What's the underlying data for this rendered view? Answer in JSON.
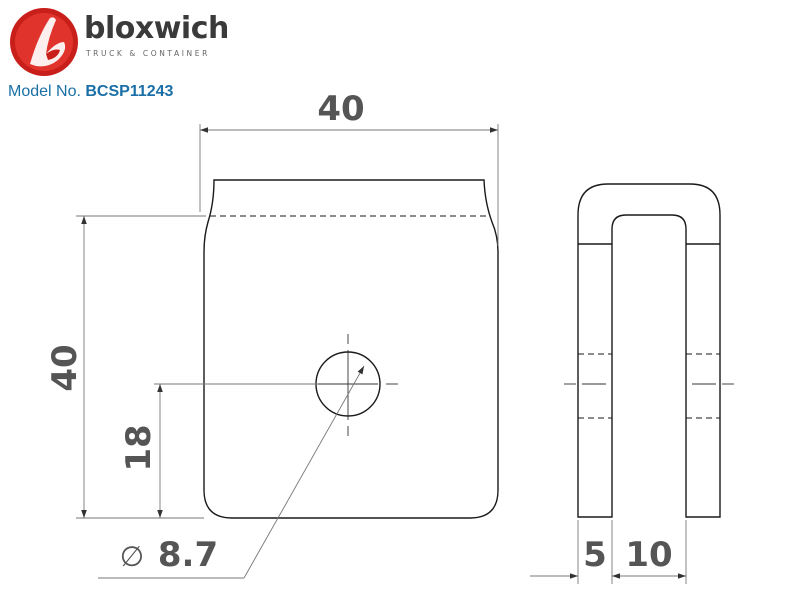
{
  "brand": {
    "name": "bloxwich",
    "tagline": "TRUCK & CONTAINER"
  },
  "model": {
    "label": "Model No.",
    "number": "BCSP11243"
  },
  "dimensions": {
    "width_top": "40",
    "height_left": "40",
    "hole_height": "18",
    "hole_diameter": "8.7",
    "diameter_symbol": "∅",
    "thickness": "5",
    "gap": "10"
  },
  "colors": {
    "brand_red": "#d42a25",
    "model_blue": "#1a6fa6",
    "line": "#1a1a1a",
    "dimension_text": "#555555"
  }
}
